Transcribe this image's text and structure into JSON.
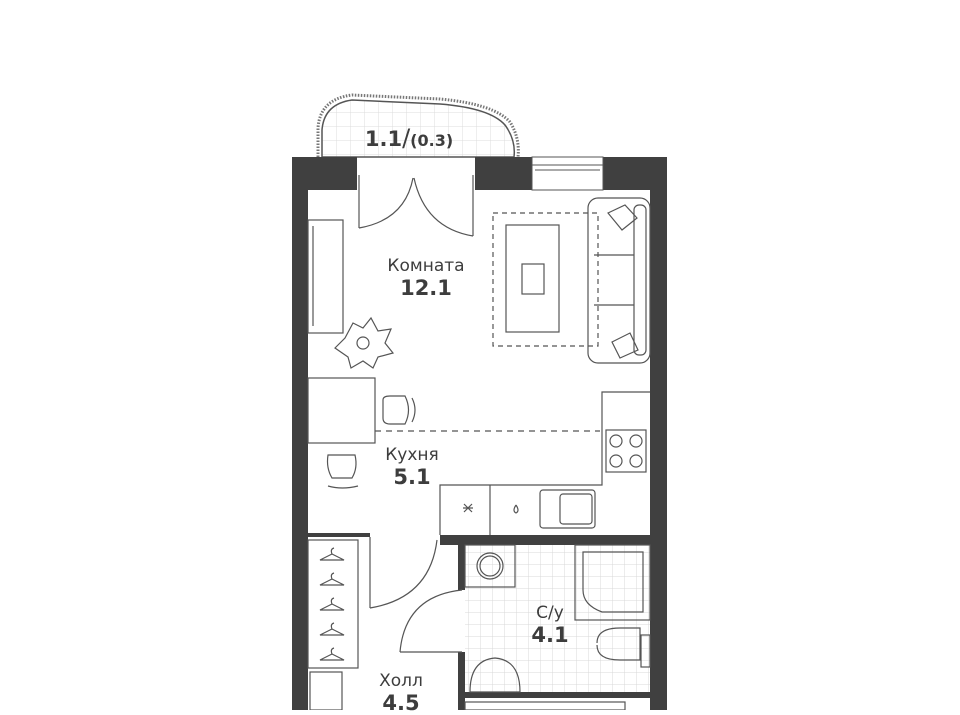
{
  "plan": {
    "wall_color": "#404040",
    "line_color": "#555555",
    "balcony": {
      "area": "1.1",
      "area_reduced": "(0.3)",
      "separator": "/"
    },
    "rooms": [
      {
        "name": "Комната",
        "area": "12.1"
      },
      {
        "name": "Кухня",
        "area": "5.1"
      },
      {
        "name": "С/у",
        "area": "4.1"
      },
      {
        "name": "Холл",
        "area": "4.5"
      }
    ]
  }
}
